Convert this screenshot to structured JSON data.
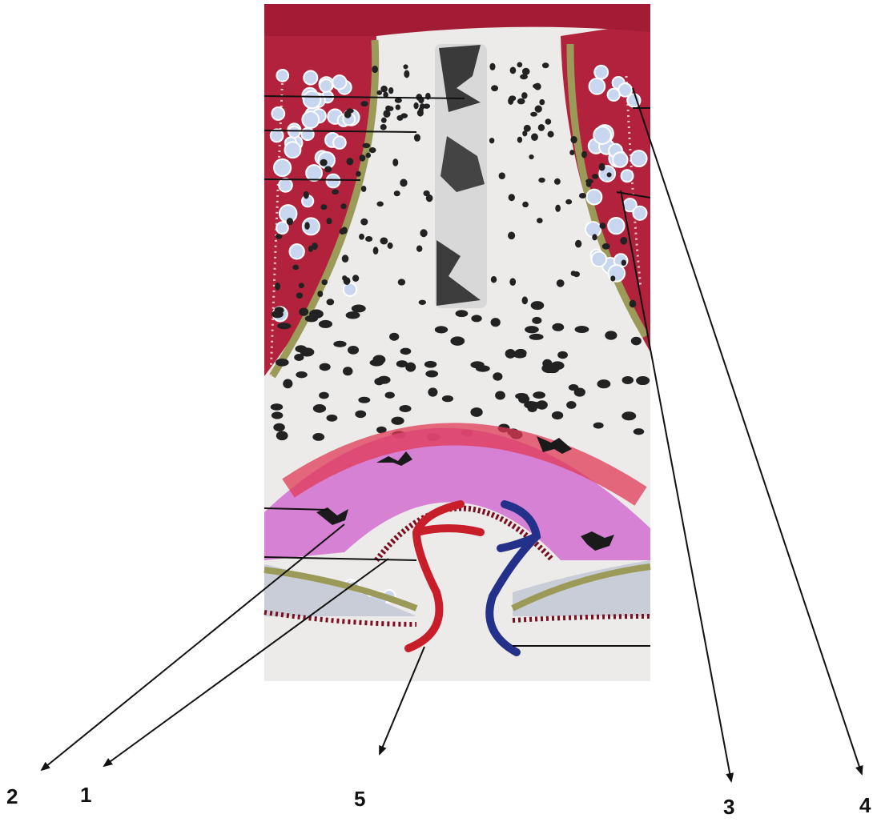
{
  "labels": [
    {
      "id": "label-1",
      "text": "1"
    },
    {
      "id": "label-2",
      "text": "2"
    },
    {
      "id": "label-3",
      "text": "3"
    },
    {
      "id": "label-4",
      "text": "4"
    },
    {
      "id": "label-5",
      "text": "5"
    }
  ],
  "colors": {
    "marrow": "#b3223c",
    "marrow_dark": "#7a0f22",
    "periosteum_band": "#9c9a58",
    "cartilage_bg": "#f2f2f2",
    "chondrocyte": "#222222",
    "hypertrophic": "#d36ed0",
    "proliferative": "#e03a56",
    "artery": "#c81e2a",
    "vein": "#24318a",
    "osteoclast": "#1a1a1a",
    "fat_cell": "#c8d6f0"
  }
}
